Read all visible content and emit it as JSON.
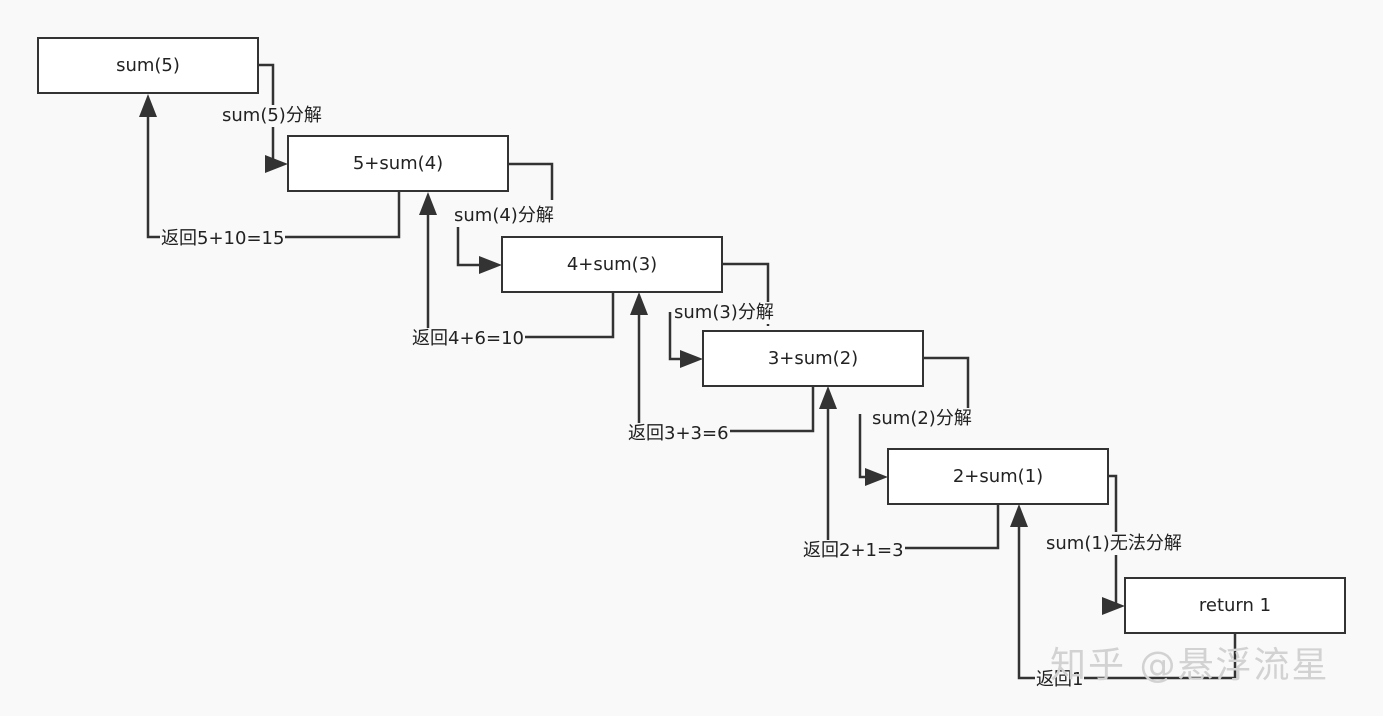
{
  "boxes": [
    {
      "id": "sum5",
      "text": "sum(5)"
    },
    {
      "id": "sum4",
      "text": "5+sum(4)"
    },
    {
      "id": "sum3",
      "text": "4+sum(3)"
    },
    {
      "id": "sum2",
      "text": "3+sum(2)"
    },
    {
      "id": "sum1",
      "text": "2+sum(1)"
    },
    {
      "id": "ret1",
      "text": "return 1"
    }
  ],
  "decompose_labels": [
    "sum(5)分解",
    "sum(4)分解",
    "sum(3)分解",
    "sum(2)分解",
    "sum(1)无法分解"
  ],
  "return_labels": [
    "返回5+10=15",
    "返回4+6=10",
    "返回3+3=6",
    "返回2+1=3",
    "返回1"
  ],
  "watermark": "知乎 @悬浮流星",
  "colors": {
    "line": "#333333",
    "box_fill": "#ffffff",
    "background": "#f9f9f9",
    "watermark": "#d2d2d2"
  }
}
